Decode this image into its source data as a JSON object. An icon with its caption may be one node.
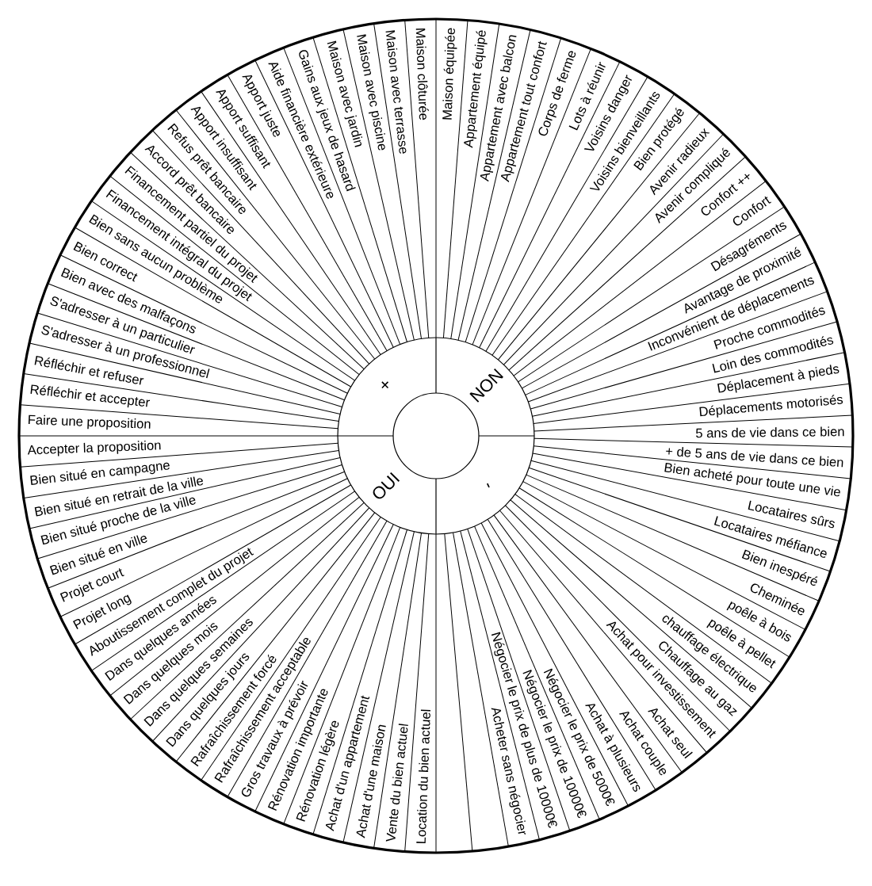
{
  "diagram": {
    "labels": [
      "+",
      "NON",
      "OUI",
      "-",
      "Accepter la proposition",
      "Faire une proposition",
      "Réfléchir et accepter",
      "Réfléchir et refuser",
      "S'adresser à un professionnel",
      "S'adresser à un particulier",
      "Bien avec des malfaçons",
      "Bien correct",
      "Bien sans aucun problème",
      "Financement intégral du projet",
      "Financement partiel du projet",
      "Accord prêt bancaire",
      "Refus prêt bancaire",
      "Apport insuffisant",
      "Apport suffisant",
      "Apport juste",
      "Aide financière extérieure",
      "Gains aux jeux de hasard",
      "Maison avec jardin",
      "Maison avec piscine",
      "Maison avec terrasse",
      "Maison clôturée",
      "Maison équipée",
      "Appartement équipé",
      "Appartement avec balcon",
      "Appartement tout confort",
      "Corps de ferme",
      "Lots à réunir",
      "Voisins danger",
      "Voisins bienveillants",
      "Bien protégé",
      "Avenir radieux",
      "Avenir compliqué",
      "Confort ++",
      "Confort",
      "Désagréments",
      "Avantage de proximité",
      "Inconvénient de déplacements",
      "Proche commodités",
      "Loin des commodités",
      "Déplacement à pieds",
      "Déplacements motorisés",
      "5 ans de vie dans ce bien",
      "Bien situé en campagne",
      "Bien situé en retrait de la ville",
      "Bien situé proche de la ville",
      "Bien situé en ville",
      "Projet court",
      "Projet long",
      "Aboutissement complet du projet",
      "Dans quelques années",
      "Dans quelques mois",
      "Dans quelques semaines",
      "Dans quelques jours",
      "Rafraîchissement forcé",
      "Rafraîchissement acceptable",
      "Gros travaux à prévoir",
      "Rénovation importante",
      "Rénovation légère",
      "Achat d'un appartement",
      "Achat d'une maison",
      "Vente du bien actuel",
      "Location du bien actuel",
      "Acheter sans négocier",
      "Négocier le prix de plus de 10000€",
      "Négocier le prix de 10000€",
      "Négocier le prix de 5000€",
      "Achat à plusieurs",
      "Achat couple",
      "Achat seul",
      "Achat pour investissement",
      "Chauffage au gaz",
      "chauffage électrique",
      "poêle à pellet",
      "poêle à bois",
      "Cheminée",
      "Bien inespéré",
      "Locataires méfiance",
      "Locataires sûrs",
      "Bien acheté pour toute une vie",
      "+ de 5 ans de vie dans ce bien"
    ]
  }
}
